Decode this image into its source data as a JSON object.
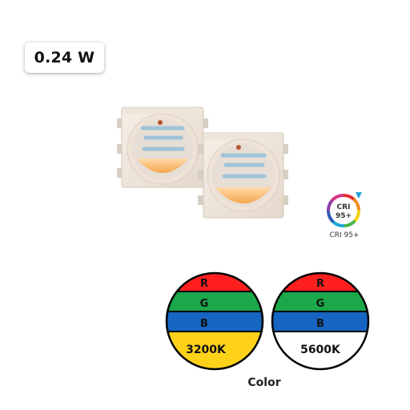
{
  "wattage": {
    "label": "0.24 W"
  },
  "cri": {
    "badge_top": "CRI",
    "badge_bottom": "95+",
    "caption": "CRI 95+"
  },
  "swatches": [
    {
      "bands": [
        "R",
        "G",
        "B"
      ],
      "temperature": "3200K",
      "bottom_color": "#ffd21a"
    },
    {
      "bands": [
        "R",
        "G",
        "B"
      ],
      "temperature": "5600K",
      "bottom_color": "#ffffff"
    }
  ],
  "band_colors": {
    "red": "#ff1f1f",
    "green": "#1aa84a",
    "blue": "#1665c2"
  },
  "caption": {
    "color_label": "Color"
  }
}
